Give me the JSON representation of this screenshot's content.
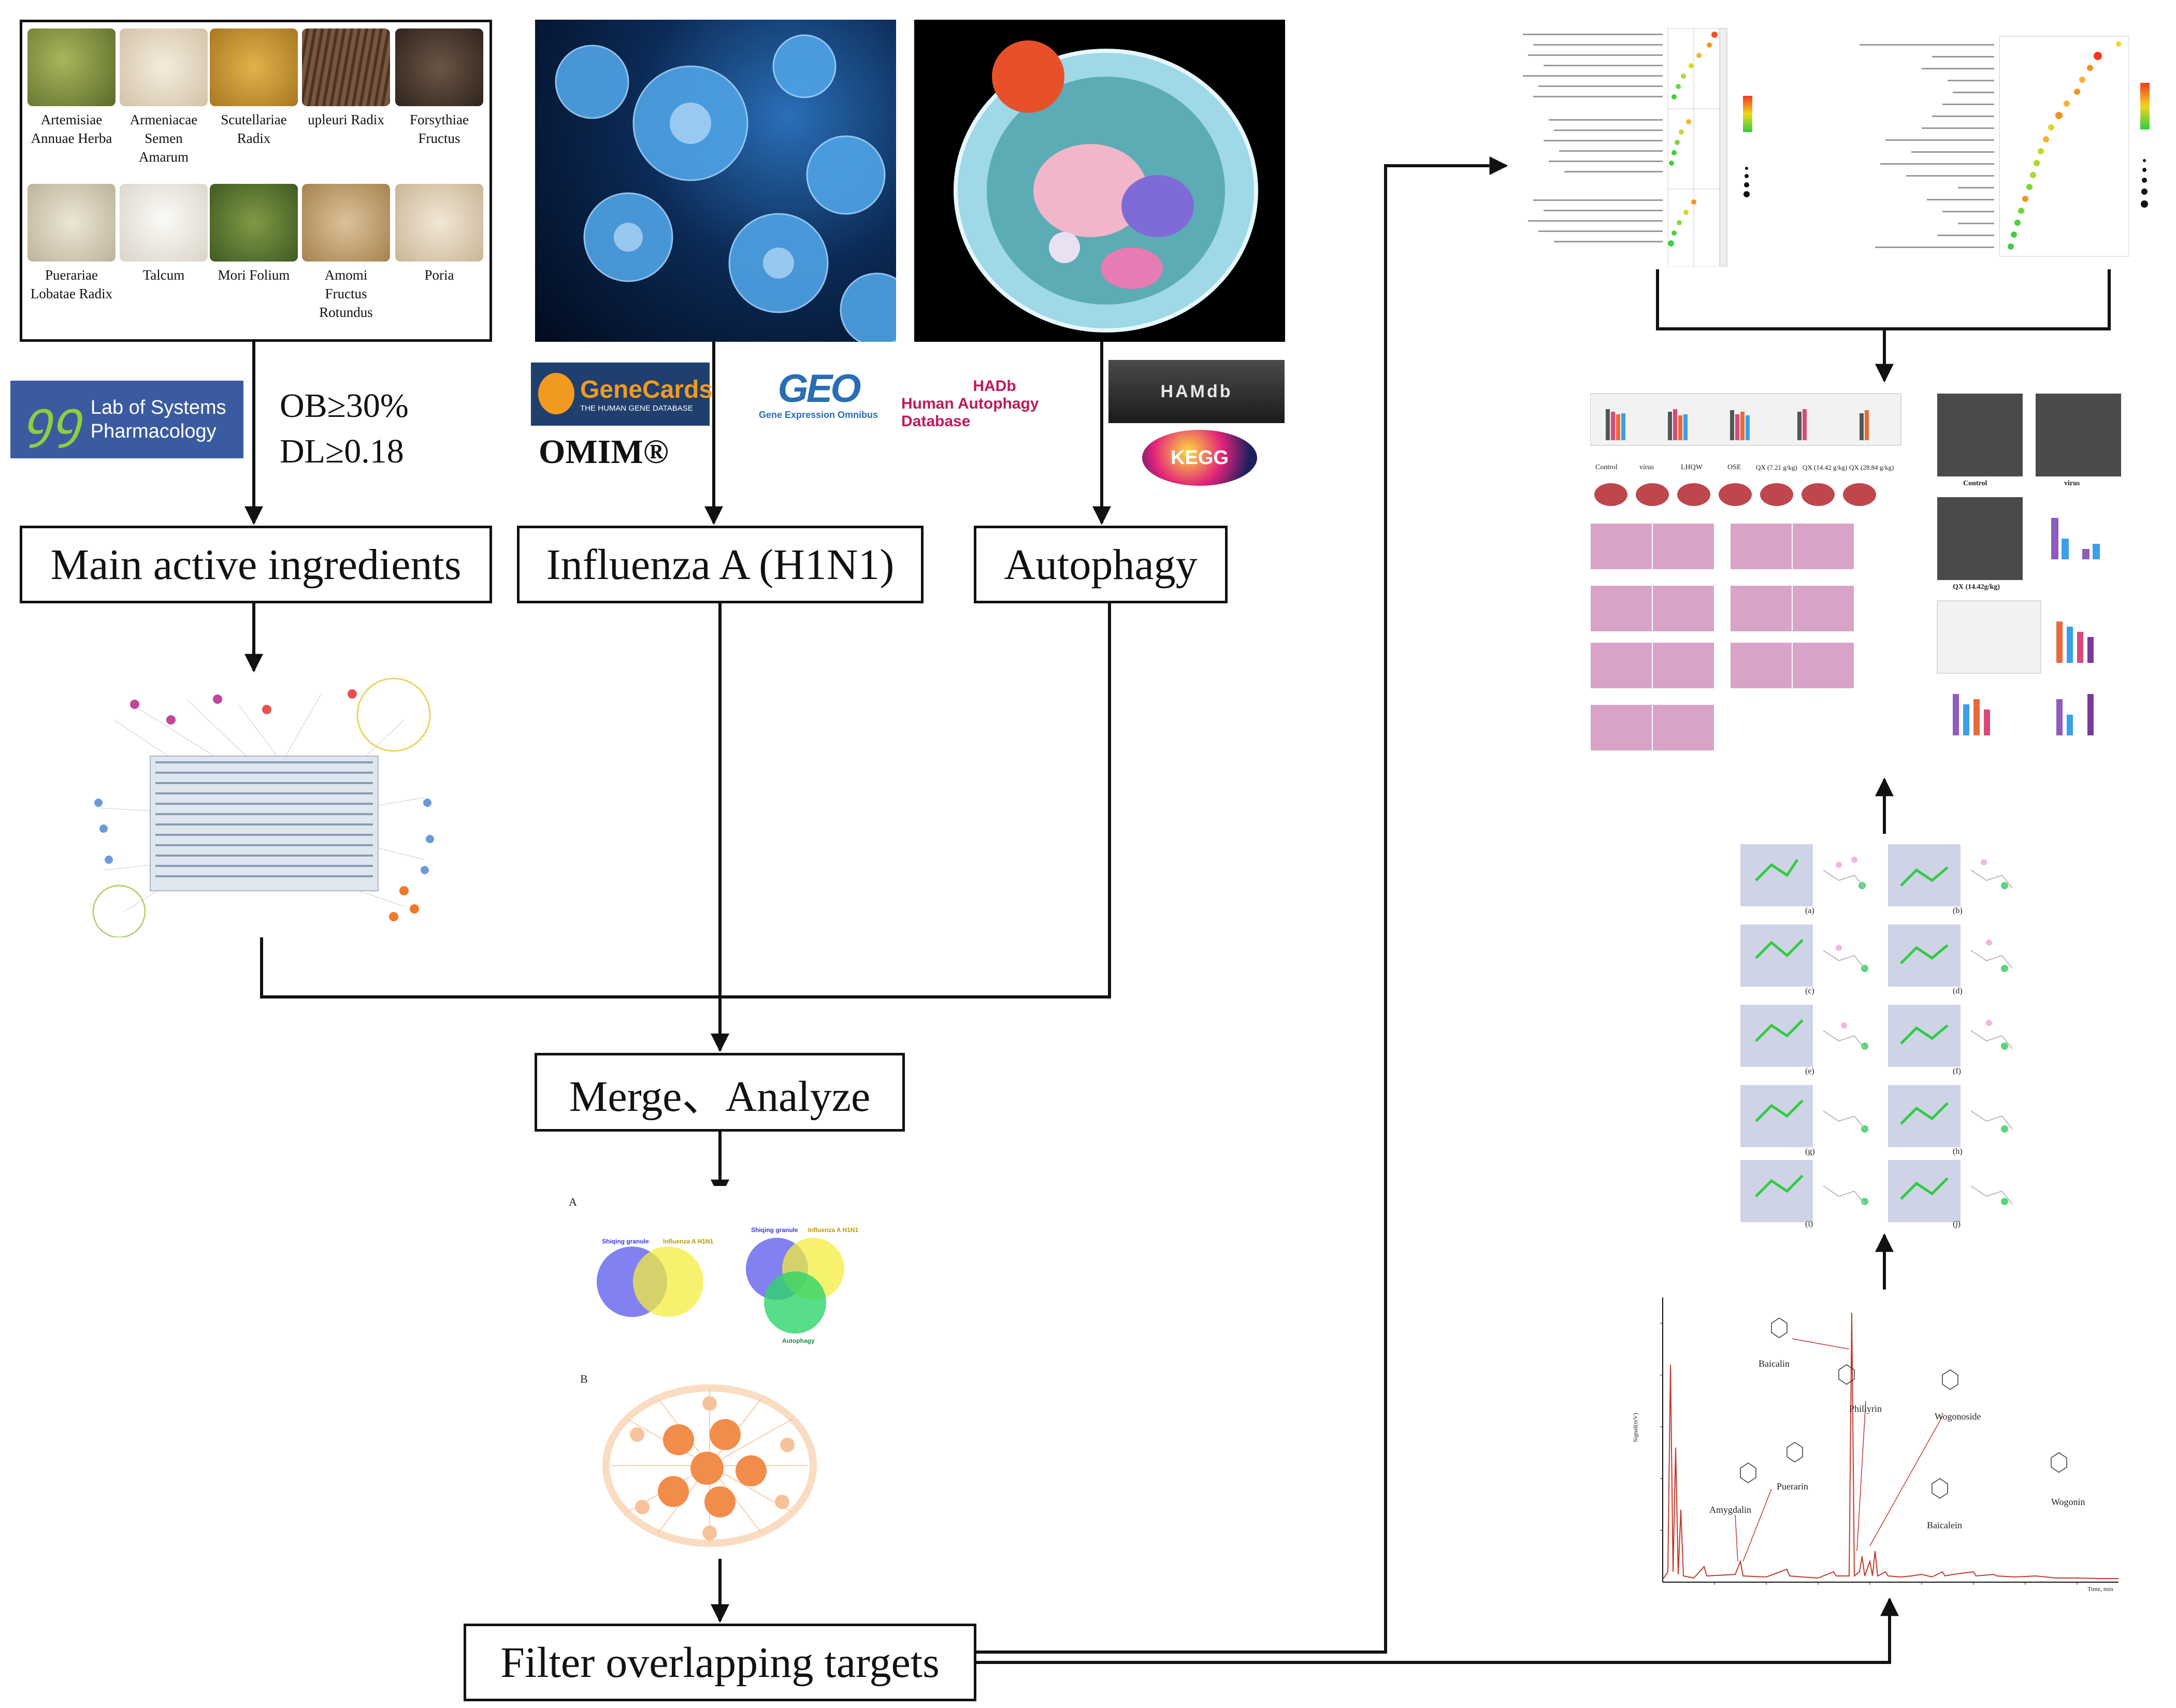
{
  "herbs": [
    {
      "line1": "Artemisiae",
      "line2": "Annuae Herba",
      "color": "#7d8f3a"
    },
    {
      "line1": "Armeniacae",
      "line2": "Semen Amarum",
      "color": "#e8dcc6"
    },
    {
      "line1": "Scutellariae",
      "line2": "Radix",
      "color": "#c9962f"
    },
    {
      "line1": "upleuri Radix",
      "line2": "",
      "color": "#6b4a35"
    },
    {
      "line1": "Forsythiae",
      "line2": "Fructus",
      "color": "#4a3a30"
    },
    {
      "line1": "Puerariae",
      "line2": "Lobatae Radix",
      "color": "#d8d2c0"
    },
    {
      "line1": "Talcum",
      "line2": "",
      "color": "#eeeae2"
    },
    {
      "line1": "Mori Folium",
      "line2": "",
      "color": "#5f7a35"
    },
    {
      "line1": "Amomi Fructus",
      "line2": "Rotundus",
      "color": "#c9a77a"
    },
    {
      "line1": "Poria",
      "line2": "",
      "color": "#e6d9c4"
    }
  ],
  "tcmsp": {
    "line1": "Lab of Systems",
    "line2": "Pharmacology"
  },
  "criteria": {
    "ob": "OB≥30%",
    "dl": "DL≥0.18"
  },
  "databases": {
    "genecards": "GeneCards",
    "genecards_sub": "THE HUMAN GENE DATABASE",
    "omim": "OMIM®",
    "geo": "GEO",
    "geo_sub": "Gene Expression Omnibus",
    "hadb": "HADb",
    "hadb_sub": "Human Autophagy Database",
    "hamdb": "HAMdb",
    "kegg": "KEGG"
  },
  "boxes": {
    "ingredients": "Main active ingredients",
    "influenza": "Influenza A (H1N1)",
    "autophagy": "Autophagy",
    "merge": "Merge、Analyze",
    "filter": "Filter overlapping targets"
  },
  "venn": {
    "label_a": "A",
    "label_b": "B",
    "left_set": "Shiqing granule",
    "right_set": "Influenza A H1N1",
    "third_set": "Autophagy"
  },
  "histology": {
    "groups": [
      "Control",
      "virus",
      "LHQW",
      "OSE",
      "QX (7.21 g/kg)",
      "QX (14.42 g/kg)",
      "QX (28.84 g/kg)"
    ]
  },
  "tem": {
    "control": "Control",
    "virus": "virus",
    "qx": "QX (14.42g/kg)"
  },
  "docking_panels": [
    "(a)",
    "(b)",
    "(c)",
    "(d)",
    "(e)",
    "(f)",
    "(g)",
    "(h)",
    "(i)",
    "(j)"
  ],
  "chromatogram": {
    "compounds": [
      "Baicalin",
      "Phillyrin",
      "Wogonoside",
      "Amygdalin",
      "Puerarin",
      "Baicalein",
      "Wogonin"
    ],
    "xlabel": "Time, min",
    "ylabel": "Signal(mV)",
    "trace_color": "#c0392b"
  },
  "colors": {
    "line": "#111111",
    "tcmsp_bg": "#3b5ba0",
    "tcmsp_green": "#8ccf3f",
    "genecards_bg": "#1f3f6e",
    "genecards_orange": "#f29a1f",
    "geo_blue": "#2a6db3",
    "hadb_magenta": "#c2185b"
  }
}
